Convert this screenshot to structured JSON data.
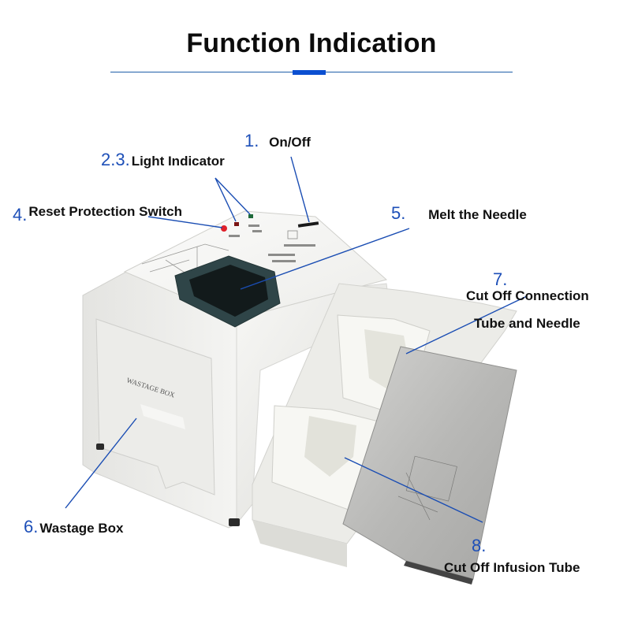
{
  "header": {
    "title": "Function Indication"
  },
  "colors": {
    "accent": "#0b4fd1",
    "rule": "#1f5fa8",
    "leader_line": "#1a4db3",
    "number": "#1d4fb8",
    "label_text": "#111111",
    "device_body": "#efefec",
    "funnel": "#2f4548",
    "blade_plate": "#b9b9b9",
    "led_red": "#e0202a",
    "led_dark_red": "#7a1414",
    "led_green": "#1f6a3b"
  },
  "device": {
    "wastage_box_marking": "WASTAGE BOX"
  },
  "callouts": [
    {
      "number": "1.",
      "label": "On/Off"
    },
    {
      "number": "2.3.",
      "label": "Light Indicator"
    },
    {
      "number": "4.",
      "label": "Reset Protection Switch"
    },
    {
      "number": "5.",
      "label": "Melt the Needle"
    },
    {
      "number": "6.",
      "label": "Wastage Box"
    },
    {
      "number": "7.",
      "label_line1": "Cut Off Connection",
      "label_line2": "Tube and Needle"
    },
    {
      "number": "8.",
      "label": "Cut Off Infusion Tube"
    }
  ]
}
